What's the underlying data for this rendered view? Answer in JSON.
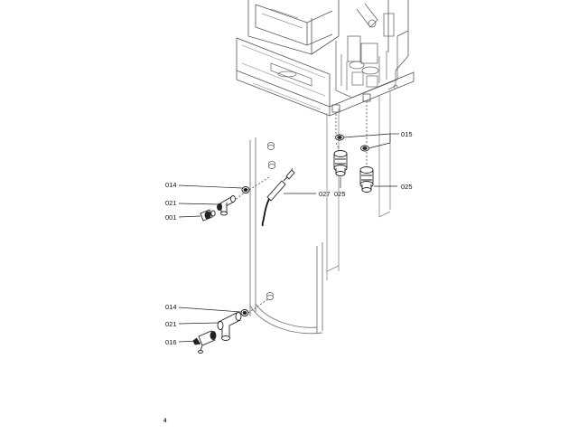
{
  "diagram": {
    "line_color": "#222222",
    "light_line_color": "#9a9a9a",
    "labels": {
      "p014_upper": "014",
      "p021_upper": "021",
      "p001": "001",
      "p027": "027",
      "p025_mid": "025",
      "p015": "015",
      "p025_right": "025",
      "p014_lower": "014",
      "p021_lower": "021",
      "p016": "016"
    },
    "page_number": "4"
  }
}
